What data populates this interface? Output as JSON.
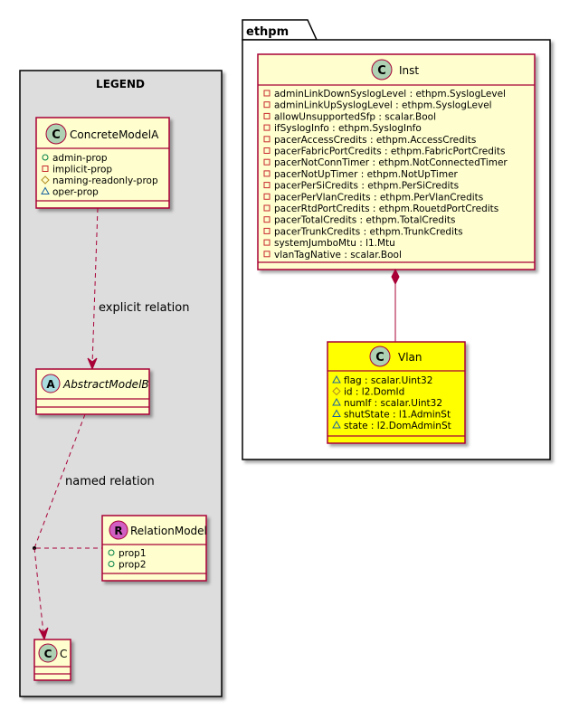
{
  "legend": {
    "title": "LEGEND",
    "concrete": {
      "stereotype": "C",
      "name": "ConcreteModelA",
      "props": [
        {
          "vis": "public",
          "name": "admin-prop"
        },
        {
          "vis": "private",
          "name": "implicit-prop"
        },
        {
          "vis": "protected",
          "name": "naming-readonly-prop"
        },
        {
          "vis": "package",
          "name": "oper-prop"
        }
      ]
    },
    "explicit_relation": "explicit relation",
    "abstract": {
      "stereotype": "A",
      "name": "AbstractModelB"
    },
    "named_relation": "named relation",
    "relation_model": {
      "stereotype": "R",
      "name": "RelationModel",
      "props": [
        {
          "vis": "public",
          "name": "prop1"
        },
        {
          "vis": "public",
          "name": "prop2"
        }
      ]
    },
    "c_class": {
      "stereotype": "C",
      "name": "C"
    }
  },
  "package": {
    "name": "ethpm",
    "inst": {
      "stereotype": "C",
      "name": "Inst",
      "props": [
        {
          "vis": "private",
          "name": "adminLinkDownSyslogLevel : ethpm.SyslogLevel"
        },
        {
          "vis": "private",
          "name": "adminLinkUpSyslogLevel : ethpm.SyslogLevel"
        },
        {
          "vis": "private",
          "name": "allowUnsupportedSfp : scalar.Bool"
        },
        {
          "vis": "private",
          "name": "ifSyslogInfo : ethpm.SyslogInfo"
        },
        {
          "vis": "private",
          "name": "pacerAccessCredits : ethpm.AccessCredits"
        },
        {
          "vis": "private",
          "name": "pacerFabricPortCredits : ethpm.FabricPortCredits"
        },
        {
          "vis": "private",
          "name": "pacerNotConnTimer : ethpm.NotConnectedTimer"
        },
        {
          "vis": "private",
          "name": "pacerNotUpTimer : ethpm.NotUpTimer"
        },
        {
          "vis": "private",
          "name": "pacerPerSiCredits : ethpm.PerSiCredits"
        },
        {
          "vis": "private",
          "name": "pacerPerVlanCredits : ethpm.PerVlanCredits"
        },
        {
          "vis": "private",
          "name": "pacerRtdPortCredits : ethpm.RouetdPortCredits"
        },
        {
          "vis": "private",
          "name": "pacerTotalCredits : ethpm.TotalCredits"
        },
        {
          "vis": "private",
          "name": "pacerTrunkCredits : ethpm.TrunkCredits"
        },
        {
          "vis": "private",
          "name": "systemJumboMtu : l1.Mtu"
        },
        {
          "vis": "private",
          "name": "vlanTagNative : scalar.Bool"
        }
      ]
    },
    "vlan": {
      "stereotype": "C",
      "name": "Vlan",
      "props": [
        {
          "vis": "package",
          "name": "flag : scalar.Uint32"
        },
        {
          "vis": "protected",
          "name": "id : l2.DomId"
        },
        {
          "vis": "package",
          "name": "numIf : scalar.Uint32"
        },
        {
          "vis": "package",
          "name": "shutState : l1.AdminSt"
        },
        {
          "vis": "package",
          "name": "state : l2.DomAdminSt"
        }
      ]
    }
  },
  "colors": {
    "class_fill": "#FEFECE",
    "class_border": "#A80036",
    "highlight_fill": "#FFFF00",
    "legend_fill": "#DDDDDD",
    "circle_c": "#ADD1B2",
    "circle_a": "#A9DCDF",
    "circle_r": "#D15FC3",
    "vis_public": "#038048",
    "vis_private": "#C82930",
    "vis_protected": "#B38D22",
    "vis_package": "#1963A0"
  }
}
